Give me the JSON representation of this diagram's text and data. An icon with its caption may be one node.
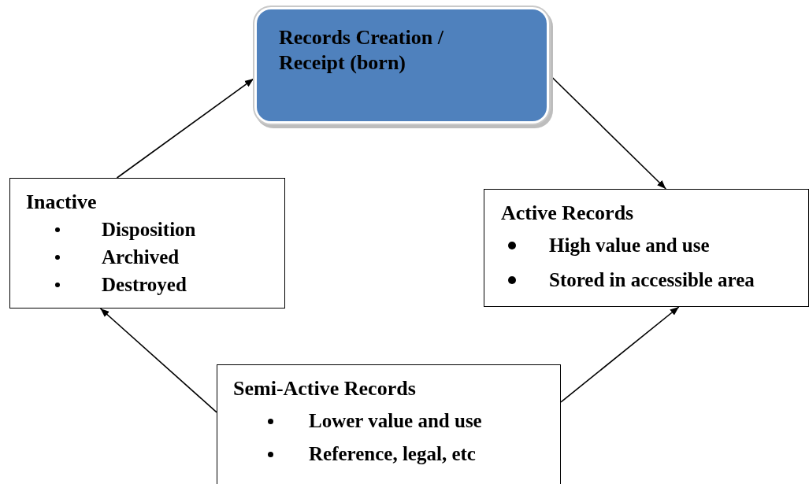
{
  "diagram": {
    "nodes": [
      {
        "text": [
          "Records Creation / Receipt (born)"
        ]
      },
      {
        "text": [
          "Inactive",
          "Disposition",
          "Archived",
          "Destroyed"
        ]
      },
      {
        "text": [
          "Active Records",
          "High value and use",
          "Stored in accessible area"
        ]
      },
      {
        "text": [
          "Semi-Active Records",
          "Lower value and use",
          "Reference, legal, etc"
        ]
      }
    ],
    "edges": [
      {
        "from": 0,
        "to": 2,
        "arrow": "to"
      },
      {
        "from": 3,
        "to": 2,
        "arrow": "to"
      },
      {
        "from": 3,
        "to": 1,
        "arrow": "to"
      },
      {
        "from": 1,
        "to": 0,
        "arrow": "to"
      }
    ]
  }
}
